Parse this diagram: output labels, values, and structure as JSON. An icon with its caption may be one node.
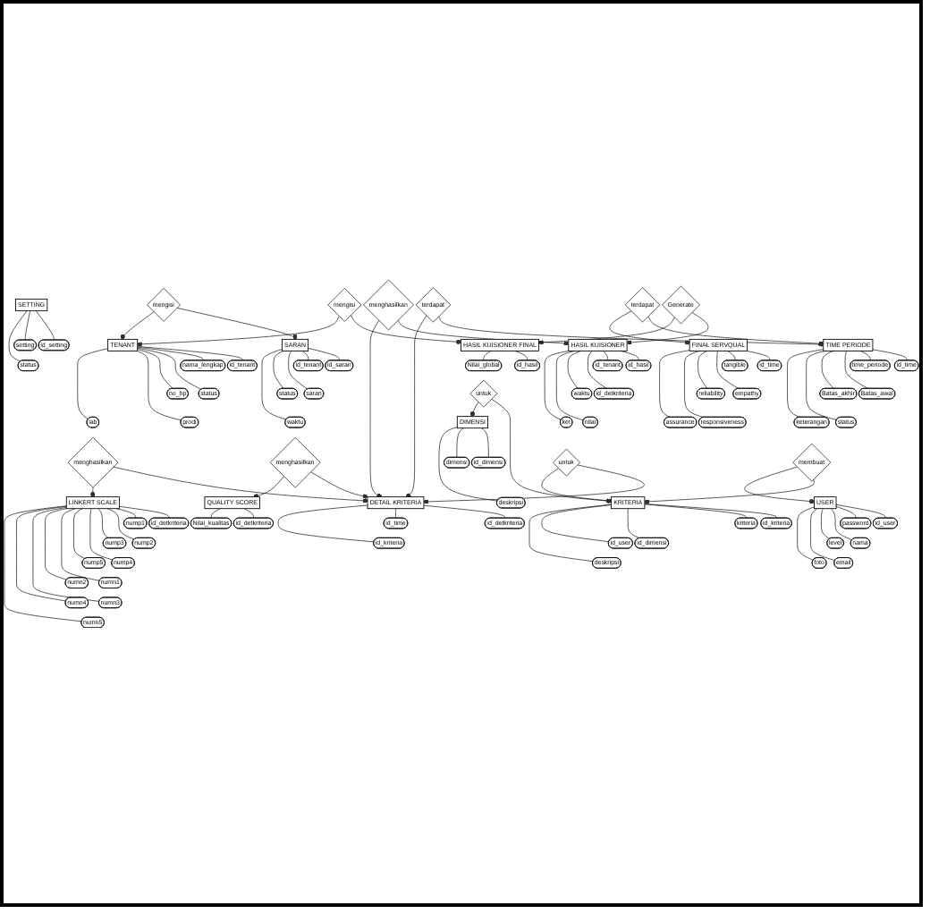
{
  "diagram": {
    "nodes": [
      {
        "text": [
          "SETTING"
        ]
      },
      {
        "text": [
          "id_setting"
        ]
      },
      {
        "text": [
          "setting"
        ]
      },
      {
        "text": [
          "status"
        ]
      },
      {
        "text": [
          "SARAN"
        ]
      },
      {
        "text": [
          "id_saran"
        ]
      },
      {
        "text": [
          "id_tenant"
        ]
      },
      {
        "text": [
          "saran"
        ]
      },
      {
        "text": [
          "status"
        ]
      },
      {
        "text": [
          "waktu"
        ]
      },
      {
        "text": [
          "mengisi"
        ]
      },
      {
        "text": [
          "TENANT"
        ]
      },
      {
        "text": [
          "id_tenant"
        ]
      },
      {
        "text": [
          "nama_lengkap"
        ]
      },
      {
        "text": [
          "status"
        ]
      },
      {
        "text": [
          "no_hp"
        ]
      },
      {
        "text": [
          "prodi"
        ]
      },
      {
        "text": [
          "lab"
        ]
      },
      {
        "text": [
          "TIME PERIODE"
        ]
      },
      {
        "text": [
          "id_time"
        ]
      },
      {
        "text": [
          "time_periode"
        ]
      },
      {
        "text": [
          "Batas_awal"
        ]
      },
      {
        "text": [
          "Batas_akhir"
        ]
      },
      {
        "text": [
          "status"
        ]
      },
      {
        "text": [
          "keterangan"
        ]
      },
      {
        "text": [
          "terdapat"
        ]
      },
      {
        "text": [
          "FINAL SERVQUAL"
        ]
      },
      {
        "text": [
          "id_time"
        ]
      },
      {
        "text": [
          "tangible"
        ]
      },
      {
        "text": [
          "empathy"
        ]
      },
      {
        "text": [
          "reliability"
        ]
      },
      {
        "text": [
          "responsiveness"
        ]
      },
      {
        "text": [
          "assurance"
        ]
      },
      {
        "text": [
          "HASIL KUISIONER"
        ]
      },
      {
        "text": [
          "id_hasil"
        ]
      },
      {
        "text": [
          "id_tenant"
        ]
      },
      {
        "text": [
          "id_detkriteria"
        ]
      },
      {
        "text": [
          "waktu"
        ]
      },
      {
        "text": [
          "nilai"
        ]
      },
      {
        "text": [
          "ket"
        ]
      },
      {
        "text": [
          "Generate"
        ]
      },
      {
        "text": [
          "HASIL KUISIONER FINAL"
        ]
      },
      {
        "text": [
          "id_hasil"
        ]
      },
      {
        "text": [
          "Nilai_global"
        ]
      },
      {
        "text": [
          "mengisi"
        ]
      },
      {
        "text": [
          "terdapat"
        ]
      },
      {
        "text": [
          "menghasilkan"
        ]
      },
      {
        "text": [
          "DETAIL KRITERIA"
        ]
      },
      {
        "text": [
          "id_detkriteria"
        ]
      },
      {
        "text": [
          "id_time"
        ]
      },
      {
        "text": [
          "id_kriteria"
        ]
      },
      {
        "text": [
          "untuk"
        ]
      },
      {
        "text": [
          "KRITERIA"
        ]
      },
      {
        "text": [
          "id_kriteria"
        ]
      },
      {
        "text": [
          "kriteria"
        ]
      },
      {
        "text": [
          "id_dimensi"
        ]
      },
      {
        "text": [
          "id_user"
        ]
      },
      {
        "text": [
          "deskripsi"
        ]
      },
      {
        "text": [
          "untuk"
        ]
      },
      {
        "text": [
          "DIMENSI"
        ]
      },
      {
        "text": [
          "id_dimensi"
        ]
      },
      {
        "text": [
          "dimensi"
        ]
      },
      {
        "text": [
          "deskripsi"
        ]
      },
      {
        "text": [
          "menghasilkan"
        ]
      },
      {
        "text": [
          "QUALITY SCORE"
        ]
      },
      {
        "text": [
          "id_detkriteria"
        ]
      },
      {
        "text": [
          "Nilai_kualitas"
        ]
      },
      {
        "text": [
          "menghasilkan"
        ]
      },
      {
        "text": [
          "LINKERT SCALE"
        ]
      },
      {
        "text": [
          "id_detkriteria"
        ]
      },
      {
        "text": [
          "nump1"
        ]
      },
      {
        "text": [
          "nump2"
        ]
      },
      {
        "text": [
          "nump3"
        ]
      },
      {
        "text": [
          "nump4"
        ]
      },
      {
        "text": [
          "nump5"
        ]
      },
      {
        "text": [
          "numn1"
        ]
      },
      {
        "text": [
          "numn2"
        ]
      },
      {
        "text": [
          "numn3"
        ]
      },
      {
        "text": [
          "numn4"
        ]
      },
      {
        "text": [
          "numn5"
        ]
      },
      {
        "text": [
          "membuat"
        ]
      },
      {
        "text": [
          "USER"
        ]
      },
      {
        "text": [
          "id_user"
        ]
      },
      {
        "text": [
          "password"
        ]
      },
      {
        "text": [
          "nama"
        ]
      },
      {
        "text": [
          "level"
        ]
      },
      {
        "text": [
          "email"
        ]
      },
      {
        "text": [
          "foto"
        ]
      }
    ],
    "edges": [
      {
        "from": 0,
        "to": 1,
        "arrow": "none"
      },
      {
        "from": 0,
        "to": 2,
        "arrow": "none"
      },
      {
        "from": 0,
        "to": 3,
        "arrow": "none"
      },
      {
        "from": 4,
        "to": 5,
        "arrow": "none"
      },
      {
        "from": 4,
        "to": 6,
        "arrow": "none"
      },
      {
        "from": 4,
        "to": 7,
        "arrow": "none"
      },
      {
        "from": 4,
        "to": 8,
        "arrow": "none"
      },
      {
        "from": 4,
        "to": 9,
        "arrow": "none"
      },
      {
        "from": 10,
        "to": 4,
        "arrow": "other"
      },
      {
        "from": 10,
        "to": 11,
        "arrow": "other"
      },
      {
        "from": 11,
        "to": 12,
        "arrow": "none"
      },
      {
        "from": 11,
        "to": 13,
        "arrow": "none"
      },
      {
        "from": 11,
        "to": 14,
        "arrow": "none"
      },
      {
        "from": 11,
        "to": 15,
        "arrow": "none"
      },
      {
        "from": 11,
        "to": 16,
        "arrow": "none"
      },
      {
        "from": 11,
        "to": 17,
        "arrow": "none"
      },
      {
        "from": 18,
        "to": 19,
        "arrow": "none"
      },
      {
        "from": 18,
        "to": 20,
        "arrow": "none"
      },
      {
        "from": 18,
        "to": 21,
        "arrow": "none"
      },
      {
        "from": 18,
        "to": 22,
        "arrow": "none"
      },
      {
        "from": 18,
        "to": 23,
        "arrow": "none"
      },
      {
        "from": 18,
        "to": 24,
        "arrow": "none"
      },
      {
        "from": 25,
        "to": 18,
        "arrow": "other"
      },
      {
        "from": 25,
        "to": 26,
        "arrow": "other"
      },
      {
        "from": 26,
        "to": 27,
        "arrow": "none"
      },
      {
        "from": 26,
        "to": 28,
        "arrow": "none"
      },
      {
        "from": 26,
        "to": 29,
        "arrow": "none"
      },
      {
        "from": 26,
        "to": 30,
        "arrow": "none"
      },
      {
        "from": 26,
        "to": 31,
        "arrow": "none"
      },
      {
        "from": 26,
        "to": 32,
        "arrow": "none"
      },
      {
        "from": 33,
        "to": 34,
        "arrow": "none"
      },
      {
        "from": 33,
        "to": 35,
        "arrow": "none"
      },
      {
        "from": 33,
        "to": 36,
        "arrow": "none"
      },
      {
        "from": 33,
        "to": 37,
        "arrow": "none"
      },
      {
        "from": 33,
        "to": 38,
        "arrow": "none"
      },
      {
        "from": 33,
        "to": 39,
        "arrow": "none"
      },
      {
        "from": 40,
        "to": 33,
        "arrow": "other"
      },
      {
        "from": 40,
        "to": 41,
        "arrow": "other"
      },
      {
        "from": 41,
        "to": 42,
        "arrow": "none"
      },
      {
        "from": 41,
        "to": 43,
        "arrow": "none"
      },
      {
        "from": 44,
        "to": 41,
        "arrow": "other"
      },
      {
        "from": 44,
        "to": 11,
        "arrow": "other"
      },
      {
        "from": 45,
        "to": 18,
        "arrow": "other"
      },
      {
        "from": 45,
        "to": 47,
        "arrow": "other"
      },
      {
        "from": 46,
        "to": 33,
        "arrow": "other"
      },
      {
        "from": 46,
        "to": 47,
        "arrow": "other"
      },
      {
        "from": 47,
        "to": 48,
        "arrow": "none"
      },
      {
        "from": 47,
        "to": 49,
        "arrow": "none"
      },
      {
        "from": 47,
        "to": 50,
        "arrow": "none"
      },
      {
        "from": 51,
        "to": 47,
        "arrow": "other"
      },
      {
        "from": 51,
        "to": 52,
        "arrow": "other"
      },
      {
        "from": 52,
        "to": 53,
        "arrow": "none"
      },
      {
        "from": 52,
        "to": 54,
        "arrow": "none"
      },
      {
        "from": 52,
        "to": 55,
        "arrow": "none"
      },
      {
        "from": 52,
        "to": 56,
        "arrow": "none"
      },
      {
        "from": 52,
        "to": 57,
        "arrow": "none"
      },
      {
        "from": 58,
        "to": 52,
        "arrow": "other"
      },
      {
        "from": 58,
        "to": 59,
        "arrow": "other"
      },
      {
        "from": 59,
        "to": 60,
        "arrow": "none"
      },
      {
        "from": 59,
        "to": 61,
        "arrow": "none"
      },
      {
        "from": 59,
        "to": 62,
        "arrow": "none"
      },
      {
        "from": 63,
        "to": 47,
        "arrow": "other"
      },
      {
        "from": 63,
        "to": 64,
        "arrow": "other"
      },
      {
        "from": 64,
        "to": 65,
        "arrow": "none"
      },
      {
        "from": 64,
        "to": 66,
        "arrow": "none"
      },
      {
        "from": 67,
        "to": 47,
        "arrow": "other"
      },
      {
        "from": 67,
        "to": 68,
        "arrow": "other"
      },
      {
        "from": 68,
        "to": 69,
        "arrow": "none"
      },
      {
        "from": 68,
        "to": 70,
        "arrow": "none"
      },
      {
        "from": 68,
        "to": 71,
        "arrow": "none"
      },
      {
        "from": 68,
        "to": 72,
        "arrow": "none"
      },
      {
        "from": 68,
        "to": 73,
        "arrow": "none"
      },
      {
        "from": 68,
        "to": 74,
        "arrow": "none"
      },
      {
        "from": 68,
        "to": 75,
        "arrow": "none"
      },
      {
        "from": 68,
        "to": 76,
        "arrow": "none"
      },
      {
        "from": 68,
        "to": 77,
        "arrow": "none"
      },
      {
        "from": 68,
        "to": 78,
        "arrow": "none"
      },
      {
        "from": 68,
        "to": 79,
        "arrow": "none"
      },
      {
        "from": 80,
        "to": 52,
        "arrow": "other"
      },
      {
        "from": 80,
        "to": 81,
        "arrow": "other"
      },
      {
        "from": 81,
        "to": 82,
        "arrow": "none"
      },
      {
        "from": 81,
        "to": 83,
        "arrow": "none"
      },
      {
        "from": 81,
        "to": 84,
        "arrow": "none"
      },
      {
        "from": 81,
        "to": 85,
        "arrow": "none"
      },
      {
        "from": 81,
        "to": 86,
        "arrow": "none"
      },
      {
        "from": 81,
        "to": 87,
        "arrow": "none"
      }
    ]
  }
}
